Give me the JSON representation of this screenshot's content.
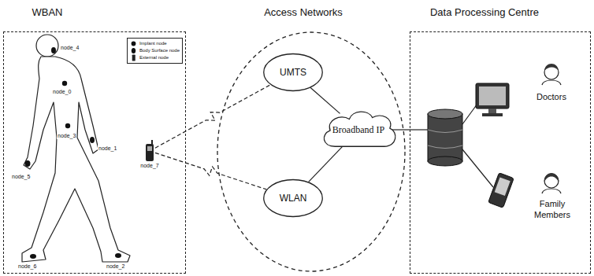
{
  "diagram": {
    "nodes": [
      {
        "text": [
          "WBAN"
        ]
      },
      {
        "text": [
          "node_7"
        ],
        "in": 0
      },
      {
        "text": [
          "Access Networks"
        ]
      },
      {
        "text": [
          "UMTS"
        ],
        "in": 2
      },
      {
        "text": [
          "Broadband IP"
        ],
        "in": 2
      },
      {
        "text": [
          "WLAN"
        ],
        "in": 2
      },
      {
        "text": [
          "Data Processing Centre"
        ]
      }
    ],
    "edges": [
      {
        "from": 1,
        "to": 3,
        "arrow": "none"
      },
      {
        "from": 1,
        "to": 5,
        "arrow": "none"
      },
      {
        "from": 3,
        "to": 4,
        "arrow": "none"
      },
      {
        "from": 5,
        "to": 4,
        "arrow": "none"
      },
      {
        "from": 4,
        "to": 6,
        "arrow": "none"
      }
    ],
    "labels": [
      "node_4",
      "node_0",
      "node_1",
      "node_3",
      "node_5",
      "node_6",
      "node_2",
      "Doctors",
      "Family Members"
    ],
    "legend": [
      {
        "text": "Implant node"
      },
      {
        "text": "Body Surface node"
      },
      {
        "text": "External node"
      }
    ]
  }
}
